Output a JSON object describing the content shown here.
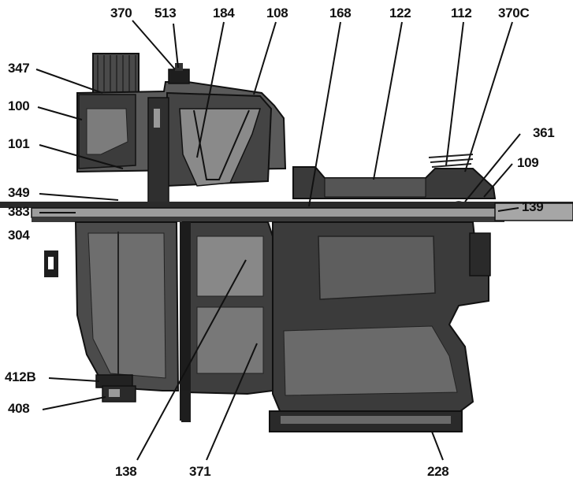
{
  "diagram": {
    "callouts": {
      "c370": "370",
      "c513": "513",
      "c184": "184",
      "c108": "108",
      "c168": "168",
      "c122": "122",
      "c112": "112",
      "c370c": "370C",
      "c361": "361",
      "c109": "109",
      "c139": "139",
      "c347": "347",
      "c100": "100",
      "c101": "101",
      "c349": "349",
      "c383": "383",
      "c304": "304",
      "c412b": "412B",
      "c408": "408",
      "c138": "138",
      "c371": "371",
      "c228": "228"
    },
    "colors": {
      "ink": "#111111",
      "dark": "#2e2e2e",
      "mid": "#555555",
      "light": "#8a8a8a",
      "paper": "#ffffff"
    }
  }
}
